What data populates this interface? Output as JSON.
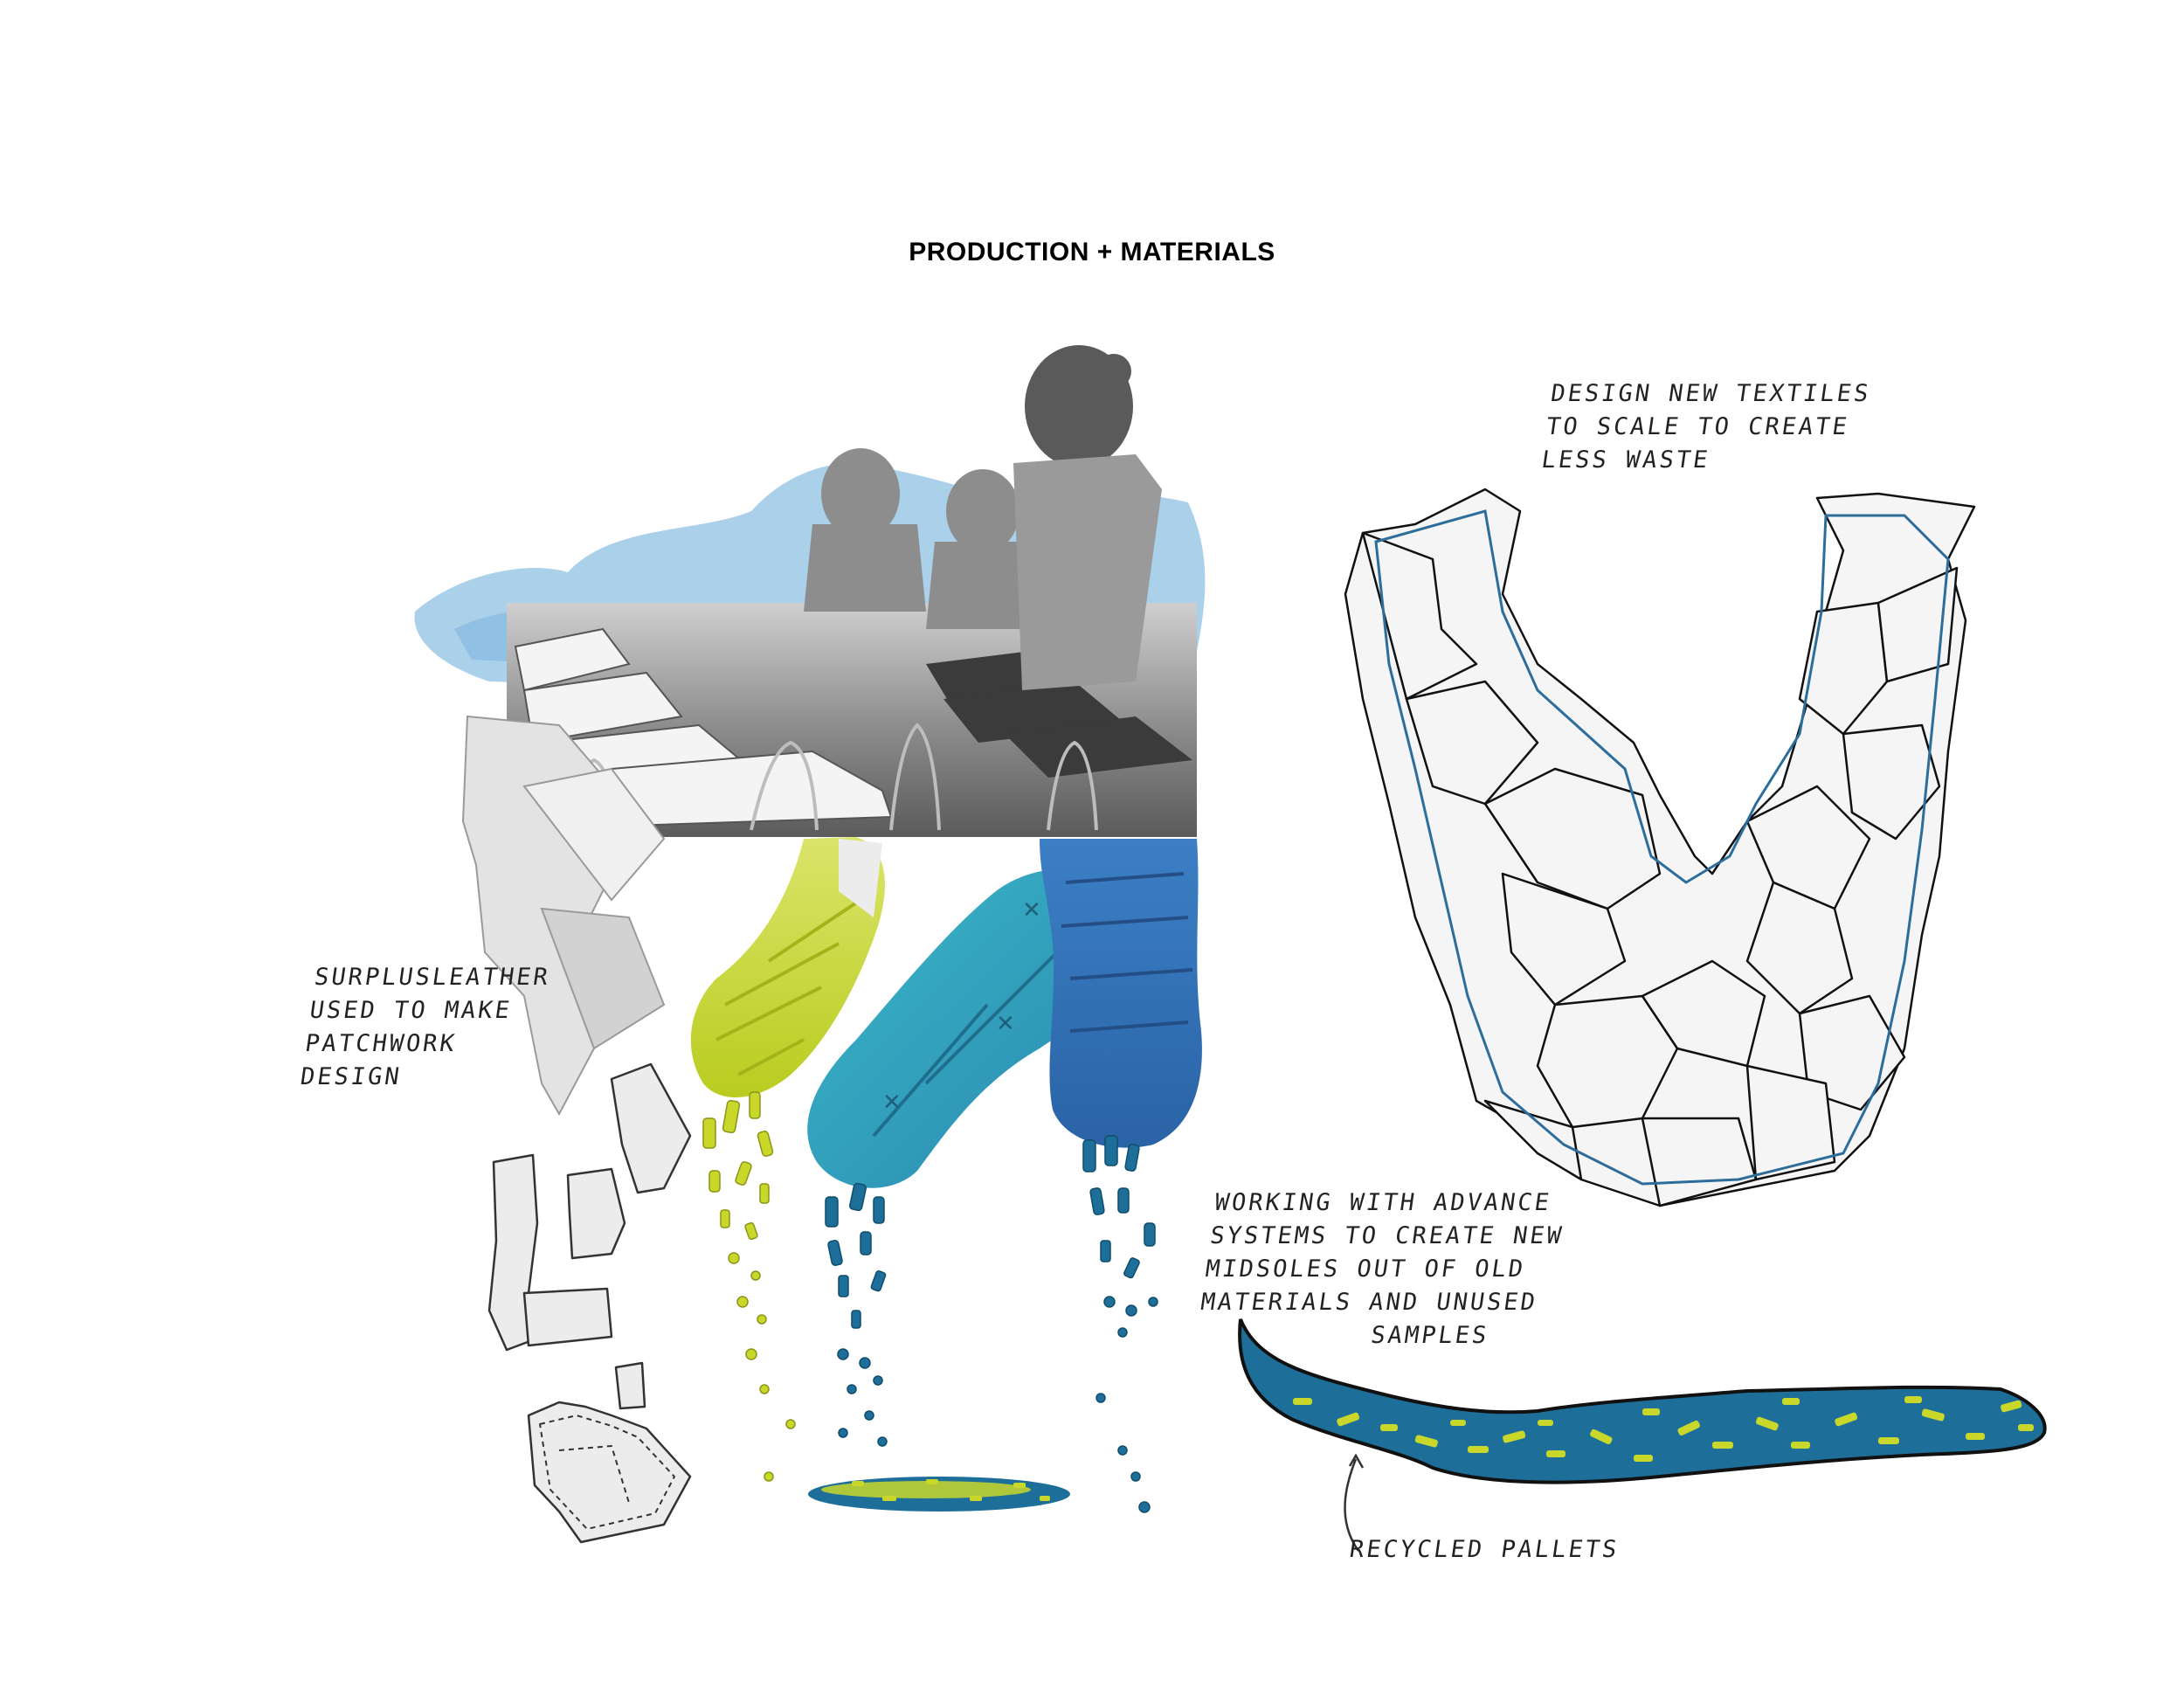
{
  "board": {
    "title": "PRODUCTION + MATERIALS"
  },
  "annotations": {
    "textiles": [
      "DESIGN NEW TEXTILES",
      "TO SCALE TO CREATE",
      "LESS WASTE"
    ],
    "leather": [
      "SURPLUSLEATHER",
      "USED TO MAKE",
      "PATCHWORK",
      "DESIGN"
    ],
    "midsoles": [
      "WORKING WITH ADVANCE",
      "SYSTEMS TO CREATE NEW",
      "MIDSOLES OUT OF OLD",
      "MATERIALS AND UNUSED",
      "SAMPLES"
    ],
    "pallets": "RECYCLED PALLETS"
  },
  "colors": {
    "lime": "#c8d72a",
    "teal": "#2aa3b8",
    "blue": "#2f72b5",
    "navy": "#1b5d8c",
    "watercolor": "#9cc8e6",
    "pattern_line": "#2d6d9b"
  }
}
